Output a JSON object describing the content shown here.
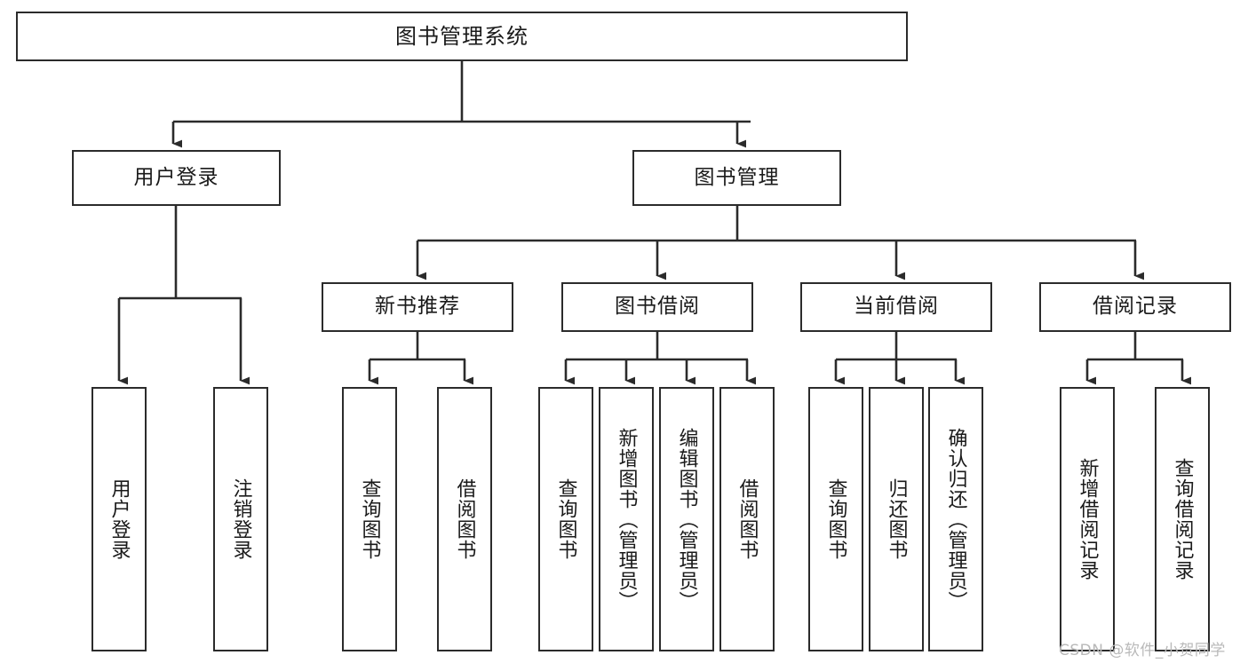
{
  "diagram": {
    "title": "图书管理系统",
    "type": "tree-hierarchy",
    "watermark": "CSDN @软件_小贺同学",
    "colors": {
      "stroke": "#2b2b2b",
      "fill": "#ffffff",
      "text": "#1a1a1a",
      "watermark": "#b9b9b9"
    }
  },
  "nodes": {
    "root": {
      "label": "图书管理系统"
    },
    "level2": [
      {
        "id": "user-login",
        "label": "用户登录"
      },
      {
        "id": "book-manage",
        "label": "图书管理"
      }
    ],
    "level3": [
      {
        "id": "new-book-recommend",
        "label": "新书推荐"
      },
      {
        "id": "book-borrow",
        "label": "图书借阅"
      },
      {
        "id": "current-borrow",
        "label": "当前借阅"
      },
      {
        "id": "borrow-record",
        "label": "借阅记录"
      }
    ],
    "leaves": {
      "user-login": [
        {
          "id": "leaf-user-login",
          "label": "用户登录"
        },
        {
          "id": "leaf-user-logout",
          "label": "注销登录"
        }
      ],
      "new-book-recommend": [
        {
          "id": "leaf-query-book-1",
          "label": "查询图书"
        },
        {
          "id": "leaf-borrow-book-1",
          "label": "借阅图书"
        }
      ],
      "book-borrow": [
        {
          "id": "leaf-query-book-2",
          "label": "查询图书"
        },
        {
          "id": "leaf-add-book",
          "label": "新增图书（管理员）"
        },
        {
          "id": "leaf-edit-book",
          "label": "编辑图书（管理员）"
        },
        {
          "id": "leaf-borrow-book-2",
          "label": "借阅图书"
        }
      ],
      "current-borrow": [
        {
          "id": "leaf-query-book-3",
          "label": "查询图书"
        },
        {
          "id": "leaf-return-book",
          "label": "归还图书"
        },
        {
          "id": "leaf-confirm-return",
          "label": "确认归还（管理员）"
        }
      ],
      "borrow-record": [
        {
          "id": "leaf-add-record",
          "label": "新增借阅记录"
        },
        {
          "id": "leaf-query-record",
          "label": "查询借阅记录"
        }
      ]
    }
  }
}
